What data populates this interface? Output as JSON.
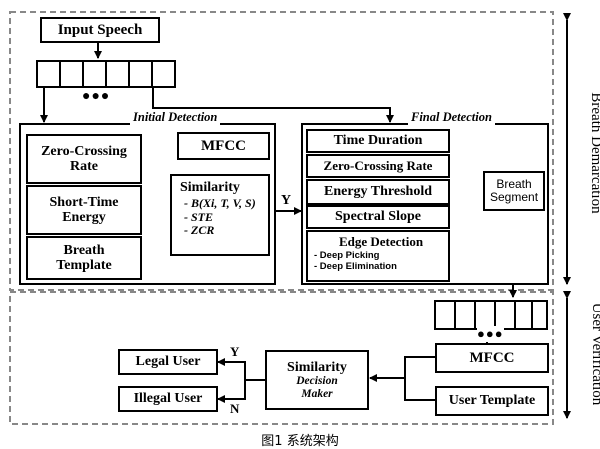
{
  "input_speech": "Input Speech",
  "ellipsis": "●●●",
  "initial_detection": {
    "title": "Initial Detection",
    "zero_crossing_rate": "Zero-Crossing Rate",
    "short_time_energy": "Short-Time Energy",
    "breath_template": "Breath Template",
    "mfcc": "MFCC",
    "similarity": {
      "title": "Similarity",
      "items": [
        "- B(Xi, T, V, S)",
        "- STE",
        "- ZCR"
      ]
    },
    "output_label": "Y"
  },
  "final_detection": {
    "title": "Final Detection",
    "time_duration": "Time Duration",
    "zero_crossing_rate": "Zero-Crossing Rate",
    "energy_threshold": "Energy Threshold",
    "spectral_slope": "Spectral Slope",
    "edge_detection": {
      "title": "Edge Detection",
      "items": [
        "- Deep Picking",
        "- Deep Elimination"
      ]
    },
    "breath_segment": "Breath Segment"
  },
  "user_verification": {
    "mfcc": "MFCC",
    "user_template": "User Template",
    "similarity_title": "Similarity",
    "decision_maker": "Decision Maker",
    "legal_user": "Legal User",
    "illegal_user": "Illegal User",
    "yes_label": "Y",
    "no_label": "N"
  },
  "side_labels": {
    "breath_demarcation": "Breath Demarcation",
    "user_verification": "User Verification"
  },
  "caption": "图1 系统架构"
}
